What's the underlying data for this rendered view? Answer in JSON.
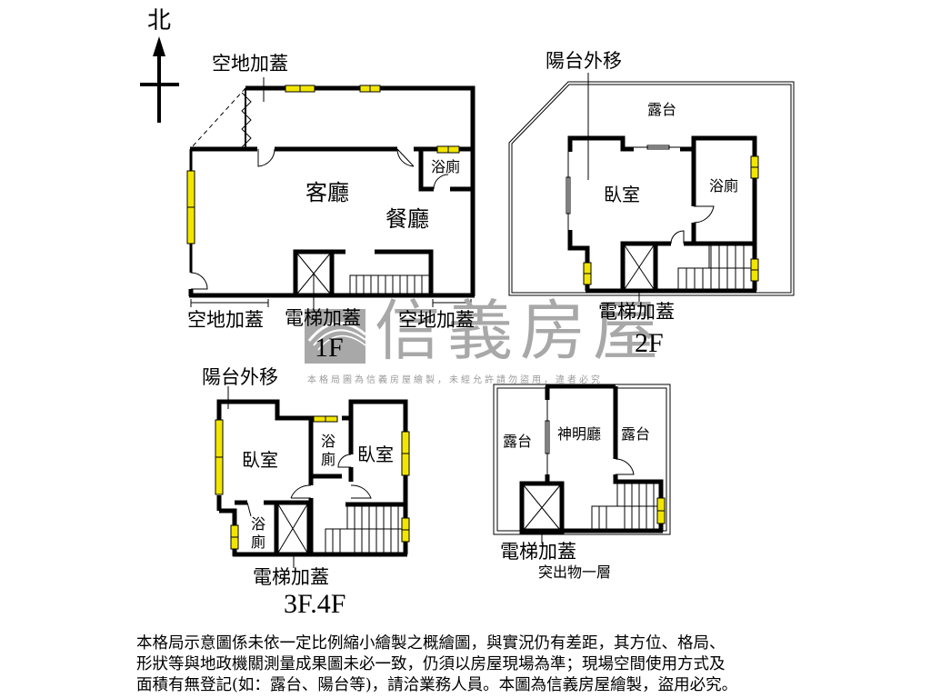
{
  "compass": {
    "north_label": "北",
    "icon": "north-arrow-icon"
  },
  "watermark": {
    "brand": "信義房屋",
    "notice": "本格局圖為信義房屋繪製，未經允許請勿盜用，違者必究",
    "logo_color": "#a8a8a8"
  },
  "colors": {
    "wall": "#000000",
    "window": "#f2e600",
    "watermark": "#a8a8a8"
  },
  "floors": [
    {
      "id": "1F",
      "label": "1F",
      "rooms": {
        "living": "客廳",
        "dining": "餐廳",
        "bath": "浴廁"
      },
      "annotations": {
        "top_addition": "空地加蓋",
        "bottom_left_addition": "空地加蓋",
        "elevator_addition": "電梯加蓋",
        "bottom_right_addition": "空地加蓋"
      }
    },
    {
      "id": "2F",
      "label": "2F",
      "rooms": {
        "terrace": "露台",
        "bedroom": "臥室",
        "bath": "浴廁"
      },
      "annotations": {
        "balcony_moved": "陽台外移",
        "elevator_addition": "電梯加蓋"
      }
    },
    {
      "id": "3F4F",
      "label": "3F.4F",
      "rooms": {
        "bedroom_left": "臥室",
        "bath_center": "浴廁",
        "bedroom_right": "臥室",
        "bath_lower": "浴廁"
      },
      "annotations": {
        "balcony_moved": "陽台外移",
        "elevator_addition": "電梯加蓋"
      }
    },
    {
      "id": "roof",
      "label": "突出物一層",
      "rooms": {
        "terrace_left": "露台",
        "shrine": "神明廳",
        "terrace_right": "露台"
      },
      "annotations": {
        "elevator_addition": "電梯加蓋"
      }
    }
  ],
  "footer": {
    "lines": [
      "本格局示意圖係未依一定比例縮小繪製之概繪圖，與實況仍有差距，其方位、格局、",
      "形狀等與地政機關測量成果圖未必一致，仍須以房屋現場為準；現場空間使用方式及",
      "面積有無登記(如：露台、陽台等)，請洽業務人員。本圖為信義房屋繪製，盜用必究。"
    ]
  }
}
